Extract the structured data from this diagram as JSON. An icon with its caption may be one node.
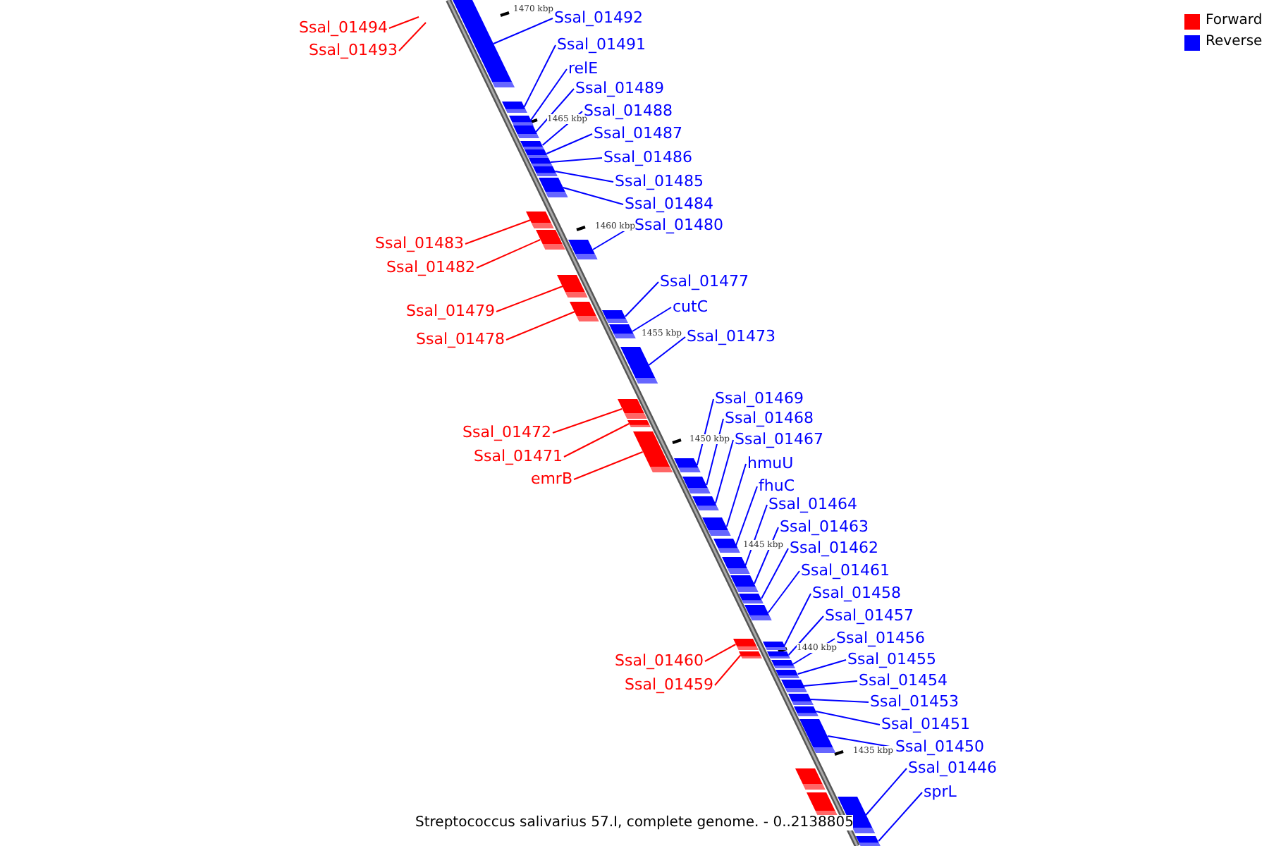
{
  "diagram": {
    "caption": "Streptococcus salivarius 57.I, complete genome. - 0..2138805",
    "nodes": [
      {
        "text": [
          "Ssal_01494"
        ]
      },
      {
        "text": [
          "Ssal_01493"
        ]
      },
      {
        "text": [
          "Ssal_01492"
        ]
      },
      {
        "text": [],
        "shape": "bar"
      },
      {
        "text": [
          "Ssal_01491"
        ]
      },
      {
        "text": [],
        "shape": "bar"
      },
      {
        "text": [
          "relE"
        ]
      },
      {
        "text": [],
        "shape": "bar"
      },
      {
        "text": [
          "Ssal_01489"
        ]
      },
      {
        "text": [],
        "shape": "bar"
      },
      {
        "text": [
          "Ssal_01488"
        ]
      },
      {
        "text": [],
        "shape": "bar"
      },
      {
        "text": [
          "Ssal_01487"
        ]
      },
      {
        "text": [],
        "shape": "bar"
      },
      {
        "text": [
          "Ssal_01486"
        ]
      },
      {
        "text": [],
        "shape": "bar"
      },
      {
        "text": [
          "Ssal_01485"
        ]
      },
      {
        "text": [],
        "shape": "bar"
      },
      {
        "text": [
          "Ssal_01484"
        ]
      },
      {
        "text": [],
        "shape": "bar"
      },
      {
        "text": [
          "Ssal_01480"
        ]
      },
      {
        "text": [],
        "shape": "bar"
      },
      {
        "text": [
          "Ssal_01483"
        ]
      },
      {
        "text": [],
        "shape": "bar"
      },
      {
        "text": [
          "Ssal_01482"
        ]
      },
      {
        "text": [],
        "shape": "bar"
      },
      {
        "text": [
          "Ssal_01477"
        ]
      },
      {
        "text": [],
        "shape": "bar"
      },
      {
        "text": [
          "cutC"
        ]
      },
      {
        "text": [],
        "shape": "bar"
      },
      {
        "text": [
          "Ssal_01479"
        ]
      },
      {
        "text": [],
        "shape": "bar"
      },
      {
        "text": [
          "Ssal_01473"
        ]
      },
      {
        "text": [],
        "shape": "bar"
      },
      {
        "text": [
          "Ssal_01478"
        ]
      },
      {
        "text": [],
        "shape": "bar"
      },
      {
        "text": [
          "Ssal_01469"
        ]
      },
      {
        "text": [],
        "shape": "bar"
      },
      {
        "text": [
          "Ssal_01468"
        ]
      },
      {
        "text": [],
        "shape": "bar"
      },
      {
        "text": [
          "Ssal_01472"
        ]
      },
      {
        "text": [],
        "shape": "bar"
      },
      {
        "text": [
          "Ssal_01467"
        ]
      },
      {
        "text": [],
        "shape": "bar"
      },
      {
        "text": [
          "Ssal_01471"
        ]
      },
      {
        "text": [],
        "shape": "bar"
      },
      {
        "text": [
          "hmuU"
        ]
      },
      {
        "text": [],
        "shape": "bar"
      },
      {
        "text": [
          "emrB"
        ]
      },
      {
        "text": [],
        "shape": "bar"
      },
      {
        "text": [
          "fhuC"
        ]
      },
      {
        "text": [],
        "shape": "bar"
      },
      {
        "text": [
          "Ssal_01464"
        ]
      },
      {
        "text": [],
        "shape": "bar"
      },
      {
        "text": [
          "Ssal_01463"
        ]
      },
      {
        "text": [],
        "shape": "bar"
      },
      {
        "text": [
          "Ssal_01462"
        ]
      },
      {
        "text": [],
        "shape": "bar"
      },
      {
        "text": [
          "Ssal_01461"
        ]
      },
      {
        "text": [],
        "shape": "bar"
      },
      {
        "text": [
          "Ssal_01458"
        ]
      },
      {
        "text": [],
        "shape": "bar"
      },
      {
        "text": [
          "Ssal_01457"
        ]
      },
      {
        "text": [],
        "shape": "bar"
      },
      {
        "text": [
          "Ssal_01456"
        ]
      },
      {
        "text": [],
        "shape": "bar"
      },
      {
        "text": [
          "Ssal_01455"
        ]
      },
      {
        "text": [],
        "shape": "bar"
      },
      {
        "text": [
          "Ssal_01460"
        ]
      },
      {
        "text": [],
        "shape": "bar"
      },
      {
        "text": [
          "Ssal_01454"
        ]
      },
      {
        "text": [],
        "shape": "bar"
      },
      {
        "text": [
          "Ssal_01459"
        ]
      },
      {
        "text": [],
        "shape": "bar"
      },
      {
        "text": [
          "Ssal_01453"
        ]
      },
      {
        "text": [],
        "shape": "bar"
      },
      {
        "text": [
          "Ssal_01451"
        ]
      },
      {
        "text": [],
        "shape": "bar"
      },
      {
        "text": [
          "Ssal_01450"
        ]
      },
      {
        "text": [],
        "shape": "bar"
      },
      {
        "text": [
          "Ssal_01446"
        ]
      },
      {
        "text": [],
        "shape": "bar"
      },
      {
        "text": [
          "sprL"
        ]
      },
      {
        "text": [],
        "shape": "bar"
      },
      {
        "text": [],
        "shape": "bar"
      },
      {
        "text": [],
        "shape": "bar"
      }
    ],
    "edges": [
      {
        "from": 0,
        "to": null,
        "arrow": "none",
        "color": "#ff0000"
      },
      {
        "from": 1,
        "to": null,
        "arrow": "none",
        "color": "#ff0000"
      },
      {
        "from": 2,
        "to": 3,
        "arrow": "none"
      },
      {
        "from": 4,
        "to": 5,
        "arrow": "none"
      },
      {
        "from": 6,
        "to": 7,
        "arrow": "none"
      },
      {
        "from": 8,
        "to": 9,
        "arrow": "none"
      },
      {
        "from": 10,
        "to": 11,
        "arrow": "none"
      },
      {
        "from": 12,
        "to": 13,
        "arrow": "none"
      },
      {
        "from": 14,
        "to": 15,
        "arrow": "none"
      },
      {
        "from": 16,
        "to": 17,
        "arrow": "none"
      },
      {
        "from": 18,
        "to": 19,
        "arrow": "none"
      },
      {
        "from": 20,
        "to": 21,
        "arrow": "none"
      },
      {
        "from": 22,
        "to": 23,
        "arrow": "none",
        "color": "#ff0000"
      },
      {
        "from": 24,
        "to": 25,
        "arrow": "none",
        "color": "#ff0000"
      },
      {
        "from": 26,
        "to": 27,
        "arrow": "none"
      },
      {
        "from": 28,
        "to": 29,
        "arrow": "none"
      },
      {
        "from": 30,
        "to": 31,
        "arrow": "none",
        "color": "#ff0000"
      },
      {
        "from": 32,
        "to": 33,
        "arrow": "none"
      },
      {
        "from": 34,
        "to": 35,
        "arrow": "none",
        "color": "#ff0000"
      },
      {
        "from": 36,
        "to": 37,
        "arrow": "none"
      },
      {
        "from": 38,
        "to": 39,
        "arrow": "none"
      },
      {
        "from": 40,
        "to": 41,
        "arrow": "none",
        "color": "#ff0000"
      },
      {
        "from": 42,
        "to": 43,
        "arrow": "none"
      },
      {
        "from": 44,
        "to": 45,
        "arrow": "none",
        "color": "#ff0000"
      },
      {
        "from": 46,
        "to": 47,
        "arrow": "none"
      },
      {
        "from": 48,
        "to": 49,
        "arrow": "none",
        "color": "#ff0000"
      },
      {
        "from": 50,
        "to": 51,
        "arrow": "none"
      },
      {
        "from": 52,
        "to": 53,
        "arrow": "none"
      },
      {
        "from": 54,
        "to": 55,
        "arrow": "none"
      },
      {
        "from": 56,
        "to": 57,
        "arrow": "none"
      },
      {
        "from": 58,
        "to": 59,
        "arrow": "none"
      },
      {
        "from": 60,
        "to": 61,
        "arrow": "none"
      },
      {
        "from": 62,
        "to": 63,
        "arrow": "none"
      },
      {
        "from": 64,
        "to": 65,
        "arrow": "none"
      },
      {
        "from": 66,
        "to": 67,
        "arrow": "none"
      },
      {
        "from": 68,
        "to": 69,
        "arrow": "none",
        "color": "#ff0000"
      },
      {
        "from": 70,
        "to": 71,
        "arrow": "none"
      },
      {
        "from": 72,
        "to": 73,
        "arrow": "none",
        "color": "#ff0000"
      },
      {
        "from": 74,
        "to": 75,
        "arrow": "none"
      },
      {
        "from": 76,
        "to": 77,
        "arrow": "none"
      },
      {
        "from": 78,
        "to": 79,
        "arrow": "none"
      },
      {
        "from": 80,
        "to": 81,
        "arrow": "none"
      },
      {
        "from": 82,
        "to": 83,
        "arrow": "none"
      }
    ],
    "labels": [
      "1470 kbp",
      "1465 kbp",
      "1460 kbp",
      "1455 kbp",
      "1450 kbp",
      "1445 kbp",
      "1440 kbp",
      "1435 kbp"
    ],
    "legend": [
      {
        "text": "Forward",
        "color": "#ff0000"
      },
      {
        "text": "Reverse",
        "color": "#0000ff"
      }
    ]
  }
}
